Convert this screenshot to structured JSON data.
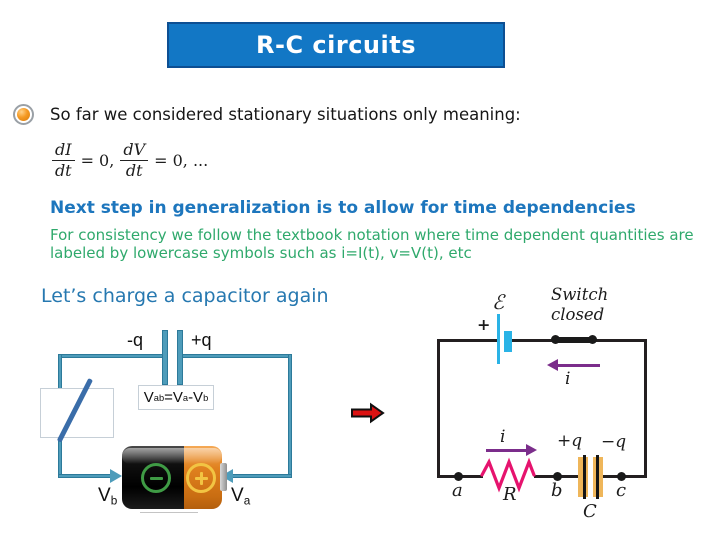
{
  "slide": {
    "title": "R-C circuits",
    "bullet_text": "So far we considered stationary situations only meaning:",
    "formula": {
      "num1": "dI",
      "den1": "dt",
      "eq1": "= 0,",
      "num2": "dV",
      "den2": "dt",
      "eq2": "= 0, ..."
    },
    "heading_blue": "Next step in generalization is to allow for time dependencies",
    "note_green_1": "For consistency we follow the textbook notation where time dependent quantities are",
    "note_green_2": "labeled by lowercase symbols such as i=I(t), v=V(t), etc",
    "subheading_blue": "Let’s charge a capacitor again"
  },
  "left_circuit": {
    "cap_neg_label": "-q",
    "cap_pos_label": "+q",
    "vab": {
      "v1": "V",
      "s1": "ab",
      "v2": "=V",
      "s2": "a",
      "v3": "-V",
      "s3": "b"
    },
    "vb": {
      "v": "V",
      "s": "b"
    },
    "va": {
      "v": "V",
      "s": "a"
    }
  },
  "right_circuit": {
    "emf": "ℰ",
    "battery_plus": "+",
    "switch_line1": "Switch",
    "switch_line2": "closed",
    "current_top": "i",
    "current_bottom": "i",
    "cap_pos_label": "+q",
    "cap_neg_label": "−q",
    "node_a": "a",
    "node_b": "b",
    "node_c": "c",
    "resistor_label": "R",
    "capacitor_label": "C"
  },
  "colors": {
    "banner_blue": "#1277c5",
    "banner_border": "#0d4f93",
    "heading_blue": "#1d76bd",
    "note_green": "#2fa96c",
    "wire_teal": "#4e9cba",
    "switch_blade_blue": "#3a6da9",
    "circuit_black": "#231f20",
    "battery_cyan": "#2ab3e6",
    "resistor_magenta": "#e6136e",
    "capacitor_orange": "#efb65a",
    "arrow_purple": "#7b2d8b",
    "arrow_red": "#dc1212",
    "bullet_orange": "#f59a23"
  }
}
